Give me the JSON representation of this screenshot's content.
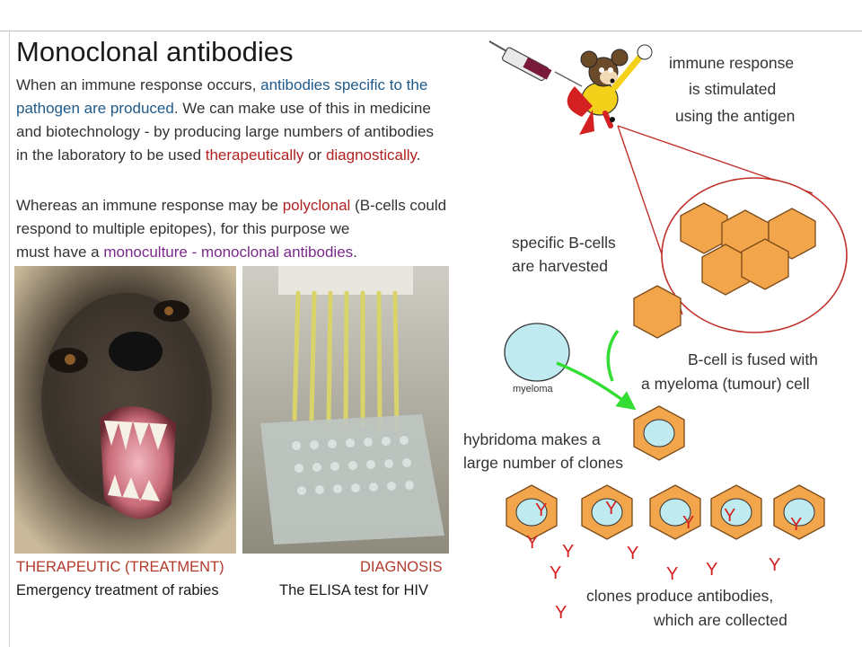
{
  "title": "Monoclonal antibodies",
  "para1": {
    "s1": "When an immune response occurs, ",
    "h1": "antibodies specific to the",
    "h2": "pathogen are produced",
    "s2": ". We can make use of this in medicine",
    "s3": "and biotechnology - by producing large numbers of antibodies",
    "s4": "in the laboratory to be used ",
    "h3": "therapeutically",
    "s5": " or ",
    "h4": "diagnostically",
    "s6": "."
  },
  "para2": {
    "s1": "Whereas an immune response may be ",
    "h1": "polyclonal",
    "s2": " (B-cells could",
    "s3": "respond to multiple epitopes), for this purpose we",
    "s4": "must have a ",
    "h2": "monoculture - monoclonal antibodies",
    "s5": "."
  },
  "diagram": {
    "immune_l1": "immune response",
    "immune_l2": "is stimulated",
    "immune_l3": "using the antigen",
    "bcell_l1": "specific B-cells",
    "bcell_l2": "are harvested",
    "fused_l1": "B-cell is fused with",
    "fused_l2": "a myeloma (tumour) cell",
    "myeloma": "myeloma",
    "hybrid_l1": "hybridoma makes a",
    "hybrid_l2": "large number of clones",
    "clones_l1": "clones produce antibodies,",
    "clones_l2": "which are collected",
    "antibody": "Y"
  },
  "captions": {
    "therapeutic": "THERAPEUTIC (TREATMENT)",
    "therapeutic_desc": "Emergency treatment of rabies",
    "diagnosis": "DIAGNOSIS",
    "diagnosis_desc": "The ELISA test for HIV"
  },
  "colors": {
    "cell_orange": "#f2a54a",
    "myeloma_blue": "#bfeaf0",
    "antibody_red": "#d42020",
    "arrow_green": "#33dd33",
    "line_red": "#c0302a"
  }
}
